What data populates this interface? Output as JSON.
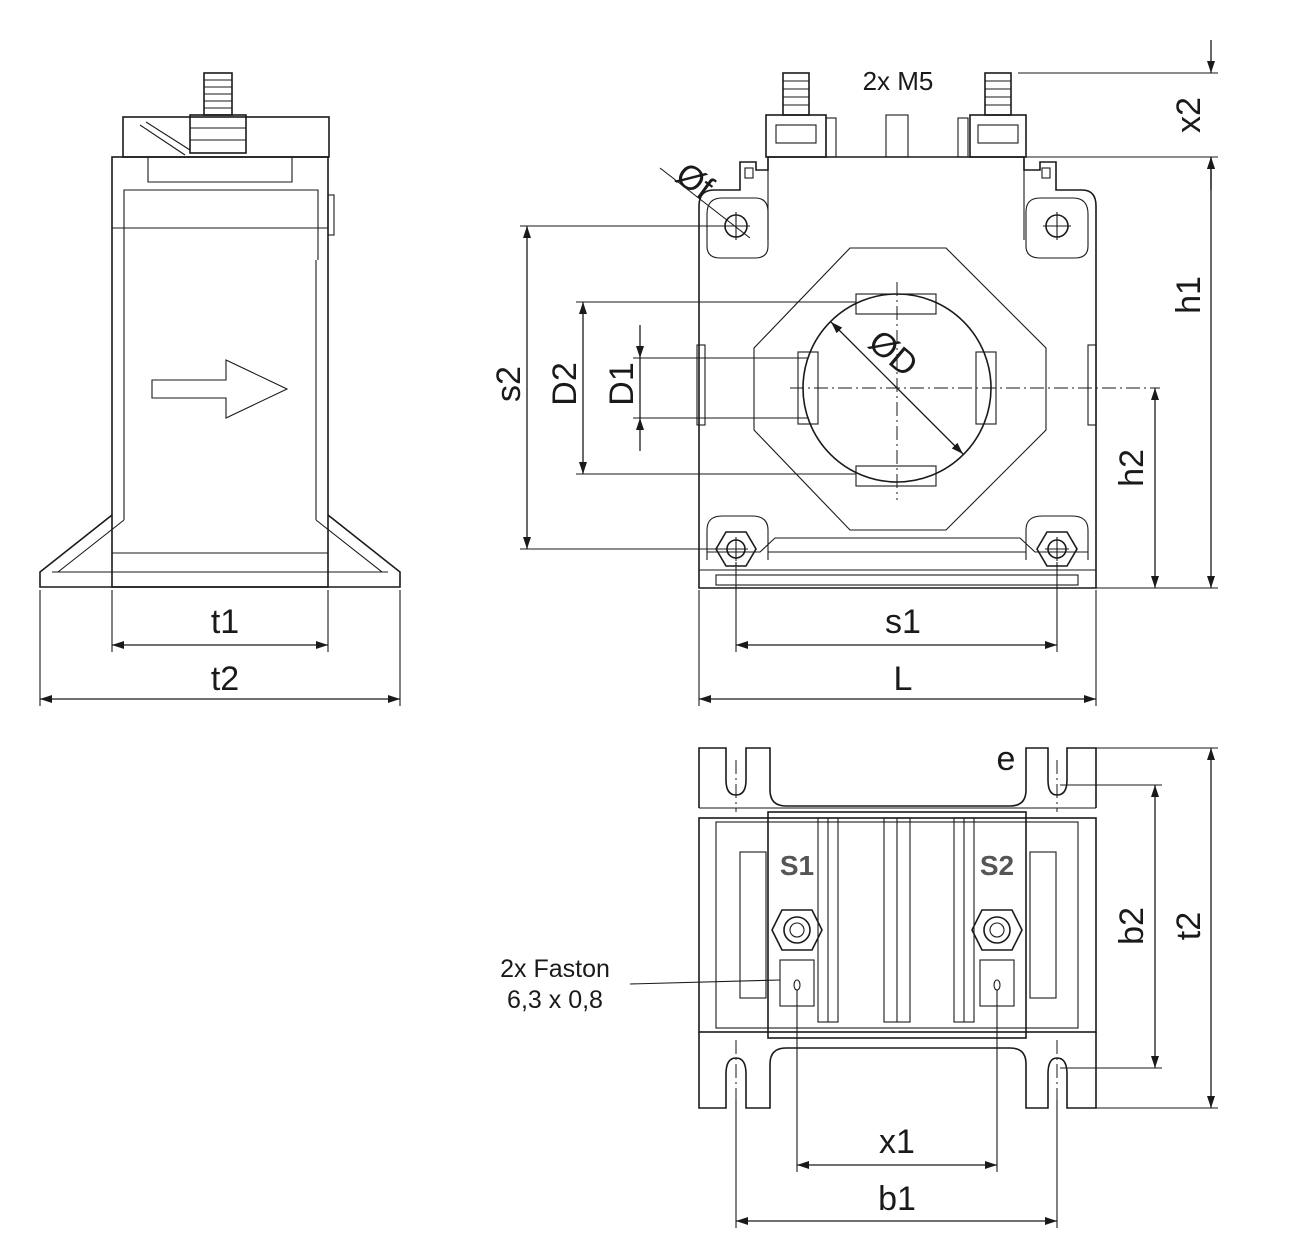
{
  "labels": {
    "t1": "t1",
    "t2_side": "t2",
    "s1": "s1",
    "L": "L",
    "s2": "s2",
    "D2": "D2",
    "D1": "D1",
    "OD": "ØD",
    "f": "Øf",
    "h1": "h1",
    "h2": "h2",
    "x2": "x2",
    "thread": "2x M5",
    "e": "e",
    "b2": "b2",
    "t2_bottom": "t2",
    "x1": "x1",
    "b1": "b1",
    "faston_line1": "2x Faston",
    "faston_line2": "6,3 x 0,8",
    "S1": "S1",
    "S2": "S2"
  }
}
